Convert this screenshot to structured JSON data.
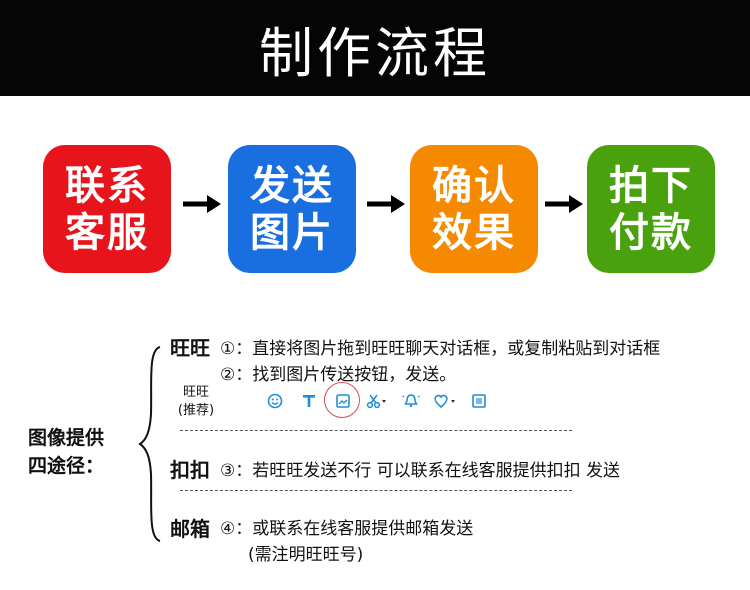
{
  "header": {
    "title": "制作流程"
  },
  "steps": [
    {
      "label": "联系\n客服",
      "color": "#e8141b"
    },
    {
      "label": "发送\n图片",
      "color": "#1a6fe0"
    },
    {
      "label": "确认\n效果",
      "color": "#f58a00"
    },
    {
      "label": "拍下\n付款",
      "color": "#4aa10e"
    }
  ],
  "methods": {
    "side_label_line1": "图像提供",
    "side_label_line2": "四途径：",
    "wangwang": {
      "label": "旺旺",
      "line1": "①：直接将图片拖到旺旺聊天对话框，或复制粘贴到对话框",
      "line2": "②：找到图片传送按钮，发送。",
      "small_label_line1": "旺旺",
      "small_label_line2": "(推荐)"
    },
    "koukou": {
      "label": "扣扣",
      "line": "③：若旺旺发送不行 可以联系在线客服提供扣扣 发送"
    },
    "email": {
      "label": "邮箱",
      "line1": "④：或联系在线客服提供邮箱发送",
      "line2": "(需注明旺旺号)"
    }
  },
  "toolbar_icons": [
    "smiley-icon",
    "text-icon",
    "image-send-icon",
    "scissors-icon",
    "bell-icon",
    "heart-icon",
    "gallery-icon"
  ],
  "toolbar_color": "#1d8fd6"
}
